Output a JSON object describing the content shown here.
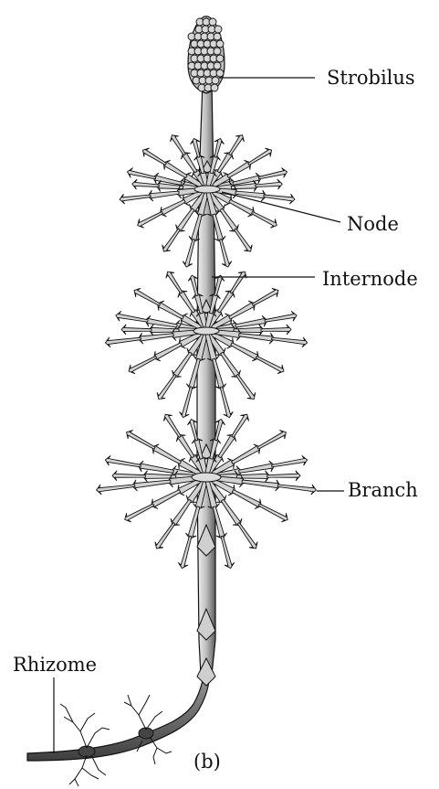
{
  "figure": {
    "labels": {
      "strobilus": "Strobilus",
      "node": "Node",
      "internode": "Internode",
      "branch": "Branch",
      "rhizome": "Rhizome"
    },
    "caption": "(b)"
  },
  "colors": {
    "outline": "#111111",
    "stem_light": "#e6e6e6",
    "stem_dark": "#6f6f6f",
    "branch_fill": "#d2d2d2",
    "rhizome": "#555555",
    "strobilus_fill": "#bdbdbd"
  }
}
